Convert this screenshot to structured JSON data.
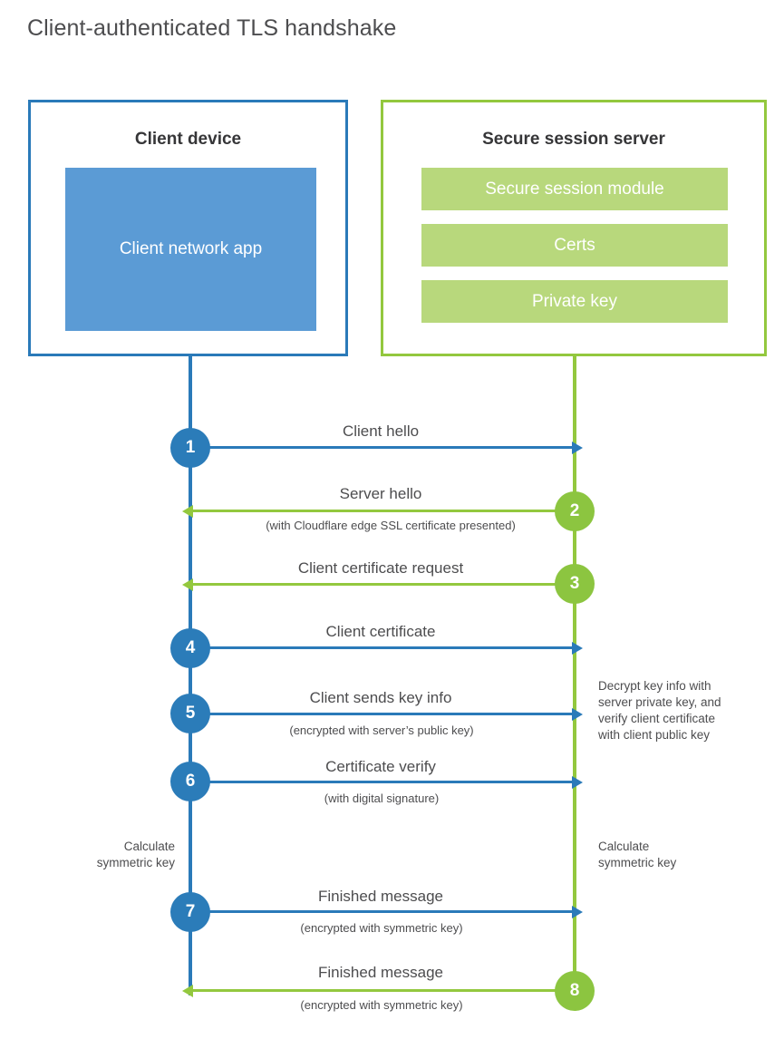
{
  "title": "Client-authenticated TLS handshake",
  "colors": {
    "client_accent": "#2a7ab9",
    "client_fill": "#5b9bd5",
    "server_accent": "#93c83e",
    "server_fill": "#b8d87c",
    "circle_blue": "#2b7cb9",
    "circle_green": "#8cc540",
    "text": "#4d4d4f"
  },
  "entities": {
    "client": {
      "title": "Client device",
      "app_label": "Client network app"
    },
    "server": {
      "title": "Secure session server",
      "modules": [
        "Secure session module",
        "Certs",
        "Private key"
      ]
    }
  },
  "steps": [
    {
      "number": "1",
      "label": "Client hello",
      "sub": "",
      "direction": "client-to-server",
      "color": "blue"
    },
    {
      "number": "2",
      "label": "Server hello",
      "sub": "(with Cloudflare edge SSL certificate presented)",
      "direction": "server-to-client",
      "color": "green"
    },
    {
      "number": "3",
      "label": "Client certificate request",
      "sub": "",
      "direction": "server-to-client",
      "color": "green"
    },
    {
      "number": "4",
      "label": "Client certificate",
      "sub": "",
      "direction": "client-to-server",
      "color": "blue"
    },
    {
      "number": "5",
      "label": "Client sends key info",
      "sub": "(encrypted with server’s public key)",
      "direction": "client-to-server",
      "color": "blue"
    },
    {
      "number": "6",
      "label": "Certificate verify",
      "sub": "(with digital signature)",
      "direction": "client-to-server",
      "color": "blue"
    },
    {
      "number": "7",
      "label": "Finished message",
      "sub": "(encrypted with symmetric key)",
      "direction": "client-to-server",
      "color": "blue"
    },
    {
      "number": "8",
      "label": "Finished message",
      "sub": "(encrypted with symmetric key)",
      "direction": "server-to-client",
      "color": "green"
    }
  ],
  "notes": {
    "server_decrypt": {
      "line1": "Decrypt key info with",
      "line2": "server private key, and",
      "line3": "verify client certificate",
      "line4": "with client public key"
    },
    "client_calc": {
      "line1": "Calculate",
      "line2": "symmetric key"
    },
    "server_calc": {
      "line1": "Calculate",
      "line2": "symmetric key"
    }
  }
}
